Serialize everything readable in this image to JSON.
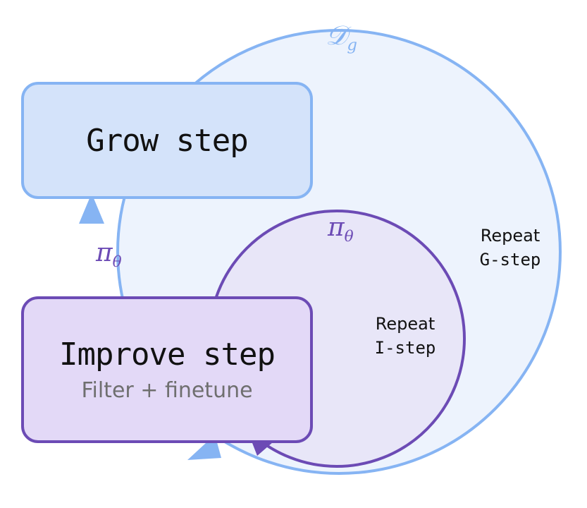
{
  "diagram": {
    "outer_set_symbol": "𝒟",
    "outer_set_subscript": "g",
    "grow_step": {
      "title": "Grow step"
    },
    "improve_step": {
      "title": "Improve step",
      "subtitle": "Filter + finetune"
    },
    "outer_loop": {
      "word": "Repeat",
      "step": "G-step"
    },
    "inner_loop": {
      "word": "Repeat",
      "step": "I-step"
    },
    "policy_symbol": "π",
    "policy_subscript": "θ",
    "colors": {
      "outer_stroke": "#86b4f3",
      "outer_fill": "#edf3fd",
      "inner_stroke": "#6c4bb5",
      "inner_fill": "#e8e6f8",
      "grow_fill": "#d4e3fa",
      "improve_fill": "#e3d9f7",
      "text": "#111111",
      "subtitle_text": "#6f6f6f"
    }
  }
}
